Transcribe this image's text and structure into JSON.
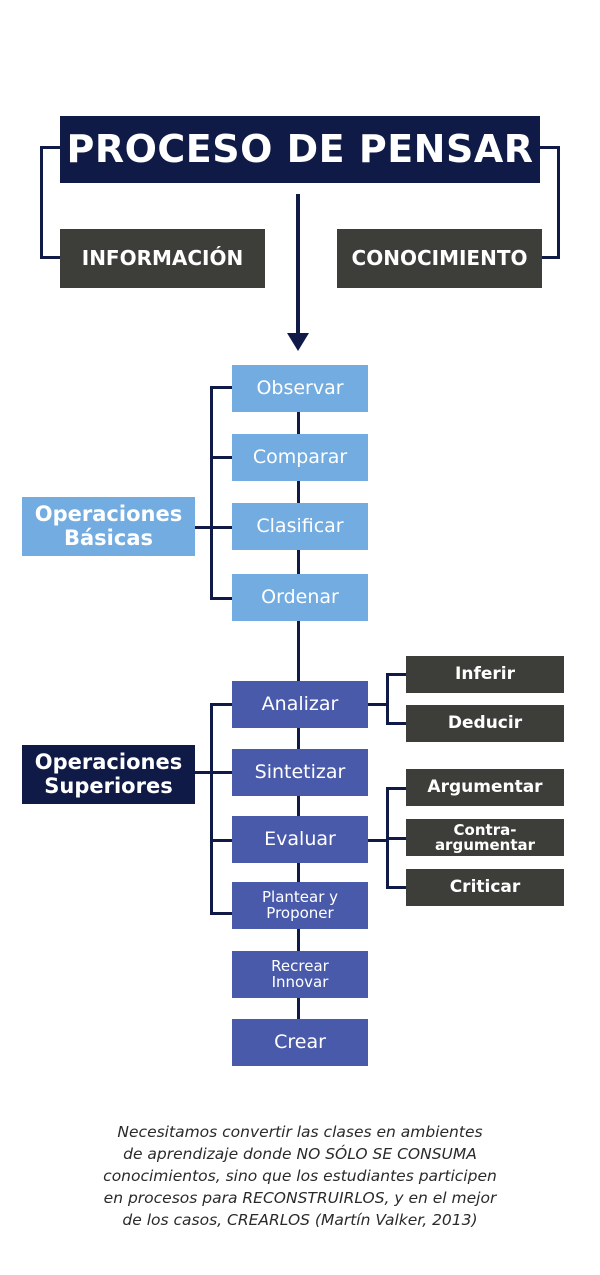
{
  "title": "PROCESO DE PENSAR",
  "concepts": [
    "INFORMACIÓN",
    "CONOCIMIENTO"
  ],
  "groups": {
    "basic": [
      "Operaciones",
      "Básicas"
    ],
    "superior": [
      "Operaciones",
      "Superiores"
    ]
  },
  "basic_ops": [
    "Observar",
    "Comparar",
    "Clasificar",
    "Ordenar"
  ],
  "superior_ops": {
    "analizar": "Analizar",
    "sintetizar": "Sintetizar",
    "evaluar": "Evaluar",
    "plantear": [
      "Plantear y",
      "Proponer"
    ],
    "recrear": [
      "Recrear",
      "Innovar"
    ],
    "crear": "Crear"
  },
  "analyze_children": [
    "Inferir",
    "Deducir"
  ],
  "evaluate_children": {
    "argumentar": "Argumentar",
    "contra": [
      "Contra-",
      "argumentar"
    ],
    "criticar": "Criticar"
  },
  "quote": [
    "Necesitamos convertir las clases en ambientes",
    "de aprendizaje donde NO SÓLO SE CONSUMA",
    "conocimientos, sino que los estudiantes participen",
    "en procesos para RECONSTRUIRLOS, y en el mejor",
    "de los casos, CREARLOS (Martín Valker, 2013)"
  ],
  "colors": {
    "navy": "#0f1a46",
    "dark_gray": "#3d3d3a",
    "light_blue": "#73ace0",
    "mid_blue": "#4a5aab"
  }
}
